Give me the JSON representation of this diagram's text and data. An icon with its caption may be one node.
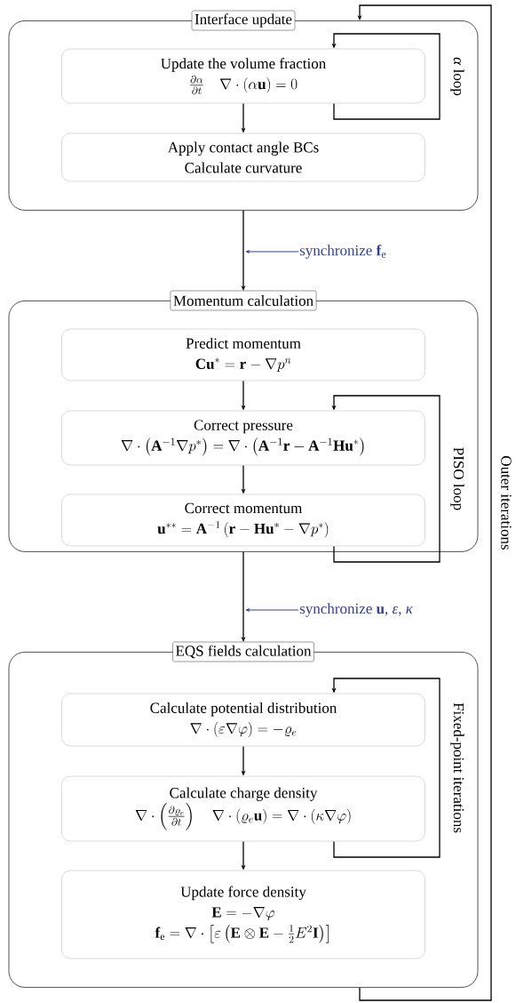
{
  "diagram": {
    "nodes": [
      {
        "text": [
          "Interface update"
        ]
      },
      {
        "text": [
          "Update the volume fraction",
          "\\frac{\\partial\\alpha}{\\partial t}\\quad\\nabla\\cdot(\\alpha\\mathbf{u})=0"
        ],
        "in": 0
      },
      {
        "text": [
          "Apply contact angle BCs",
          "Calculate curvature"
        ],
        "in": 0
      },
      {
        "text": [
          "Momentum calculation"
        ]
      },
      {
        "text": [
          "Predict momentum",
          "\\mathbf{Cu}^{*}=\\mathbf{r}-\\nabla p^{n}"
        ],
        "in": 3
      },
      {
        "text": [
          "Correct pressure",
          "\\nabla\\cdot\\left(\\mathbf{A}^{-1}\\nabla p^{*}\\right)=\\nabla\\cdot\\left(\\mathbf{A}^{-1}\\mathbf{r}-\\mathbf{A}^{-1}\\mathbf{Hu}^{*}\\right)"
        ],
        "in": 3
      },
      {
        "text": [
          "Correct momentum",
          "\\mathbf{u}^{**}=\\mathbf{A}^{-1}\\left(\\mathbf{r}-\\mathbf{Hu}^{*}-\\nabla p^{*}\\right)"
        ],
        "in": 3
      },
      {
        "text": [
          "EQS fields calculation"
        ]
      },
      {
        "text": [
          "Calculate potential distribution",
          "\\nabla\\cdot(\\varepsilon\\nabla\\varphi)=-\\varrho_{e}"
        ],
        "in": 7
      },
      {
        "text": [
          "Calculate charge density",
          "\\nabla\\cdot\\left(\\frac{\\partial\\varrho_{e}}{\\partial t}\\right)\\quad\\nabla\\cdot(\\varrho_{e}\\mathbf{u})=\\nabla\\cdot(\\kappa\\nabla\\varphi)"
        ],
        "in": 7
      },
      {
        "text": [
          "Update force density",
          "\\mathbf{E}=-\\nabla\\varphi",
          "\\mathbf{f}_{\\mathrm{e}}=\\nabla\\cdot\\left[\\varepsilon\\left(\\mathbf{E}\\otimes\\mathbf{E}-\\tfrac{1}{2}E^{2}\\mathbf{I}\\right)\\right]"
        ],
        "in": 7
      },
      {
        "text": [
          "synchronize **f**$_{e}$"
        ]
      },
      {
        "text": [
          "synchronize **u**, *ε*, *κ*"
        ]
      }
    ],
    "edges": [
      {
        "from": 1,
        "to": 2,
        "arrow": "to"
      },
      {
        "from": 1,
        "to": 1,
        "arrow": "to",
        "label": "*α* loop"
      },
      {
        "from": 0,
        "to": 3,
        "arrow": "to"
      },
      {
        "from": 11,
        "to": null,
        "arrow": "to",
        "color": "#2e3ea6"
      },
      {
        "from": 4,
        "to": 5,
        "arrow": "to"
      },
      {
        "from": 5,
        "to": 6,
        "arrow": "to"
      },
      {
        "from": 6,
        "to": 5,
        "arrow": "to",
        "label": "PISO loop"
      },
      {
        "from": 3,
        "to": 7,
        "arrow": "to"
      },
      {
        "from": 12,
        "to": null,
        "arrow": "to",
        "color": "#2e3ea6"
      },
      {
        "from": 8,
        "to": 9,
        "arrow": "to"
      },
      {
        "from": 9,
        "to": 10,
        "arrow": "to"
      },
      {
        "from": 9,
        "to": 8,
        "arrow": "to",
        "label": "Fixed-point iterations"
      },
      {
        "from": 7,
        "to": 0,
        "arrow": "to",
        "label": "Outer iterations"
      }
    ]
  }
}
